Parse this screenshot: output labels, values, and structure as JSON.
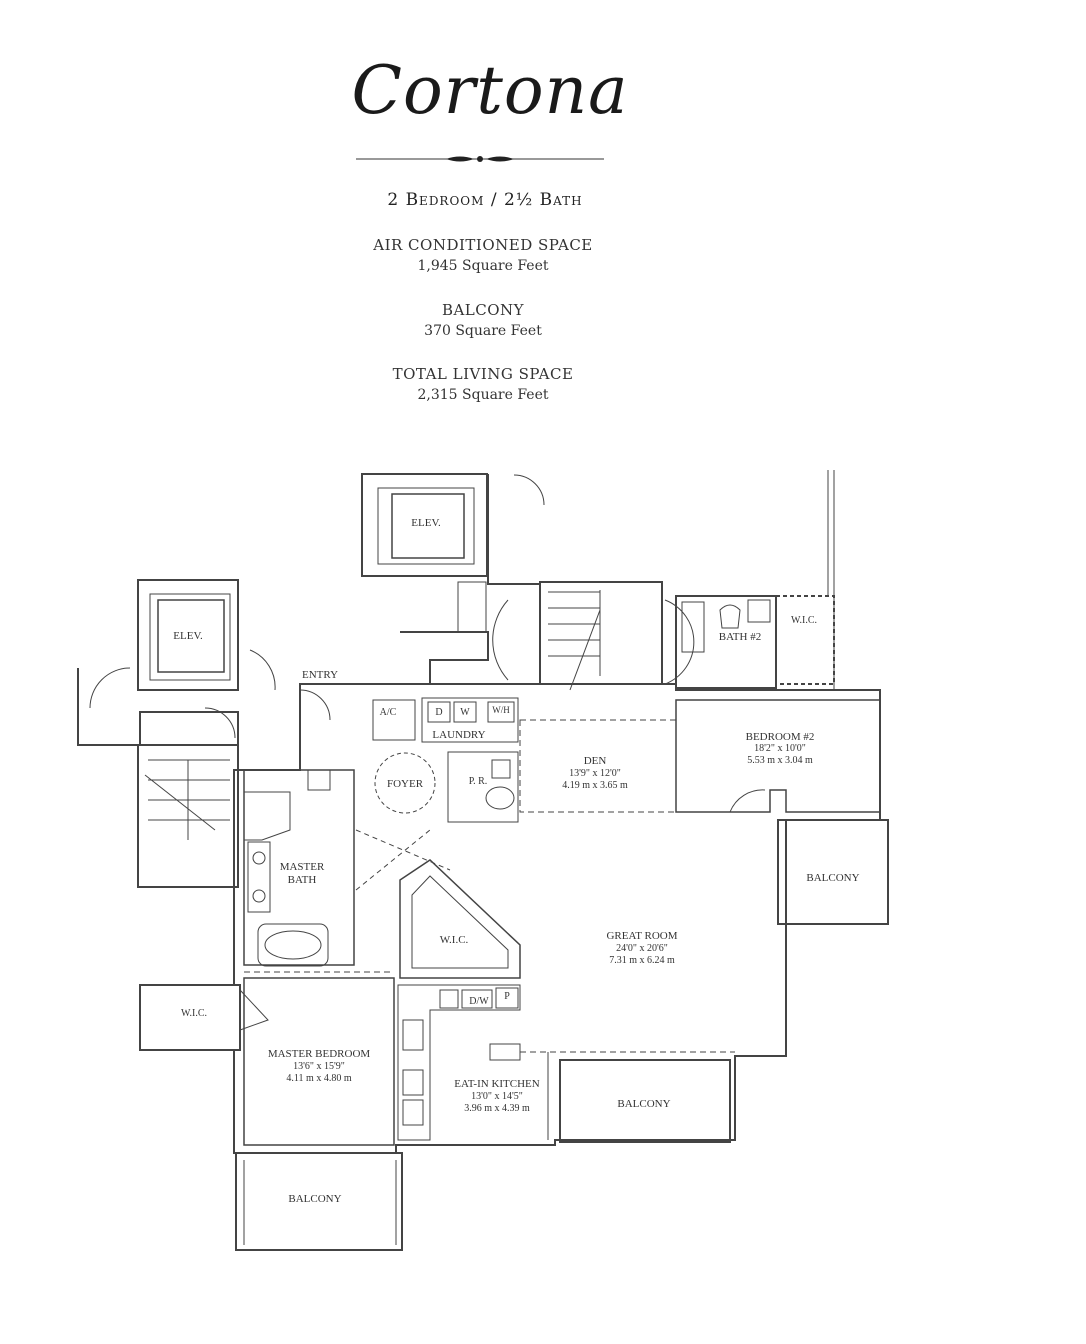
{
  "header": {
    "title": "Cortona",
    "subtitle": "2 Bedroom / 2½ Bath",
    "sections": [
      {
        "label": "AIR CONDITIONED SPACE",
        "value": "1,945 Square Feet"
      },
      {
        "label": "BALCONY",
        "value": "370 Square Feet"
      },
      {
        "label": "TOTAL LIVING SPACE",
        "value": "2,315 Square Feet"
      }
    ]
  },
  "rooms": {
    "elev_left": "ELEV.",
    "elev_top": "ELEV.",
    "entry": "ENTRY",
    "ac": "A/C",
    "d": "D",
    "w": "W",
    "wh": "W/H",
    "laundry": "LAUNDRY",
    "foyer": "FOYER",
    "pr": "P. R.",
    "den": {
      "name": "DEN",
      "ft": "13'9\" x 12'0\"",
      "m": "4.19 m x 3.65 m"
    },
    "bath2": "BATH #2",
    "wic_bath2": "W.I.C.",
    "bedroom2": {
      "name": "BEDROOM #2",
      "ft": "18'2\" x 10'0\"",
      "m": "5.53 m x 3.04 m"
    },
    "master_bath": [
      "MASTER",
      "BATH"
    ],
    "wic_master": "W.I.C.",
    "great_room": {
      "name": "GREAT ROOM",
      "ft": "24'0\" x 20'6\"",
      "m": "7.31 m x 6.24 m"
    },
    "balcony_right": "BALCONY",
    "wic_left": "W.I.C.",
    "dw": "D/W",
    "p": "P",
    "master_bedroom": {
      "name": "MASTER BEDROOM",
      "ft": "13'6\" x 15'9\"",
      "m": "4.11 m x 4.80 m"
    },
    "kitchen": {
      "name": "EAT-IN KITCHEN",
      "ft": "13'0\" x 14'5\"",
      "m": "3.96 m x 4.39 m"
    },
    "balcony_center": "BALCONY",
    "balcony_bottom": "BALCONY"
  }
}
